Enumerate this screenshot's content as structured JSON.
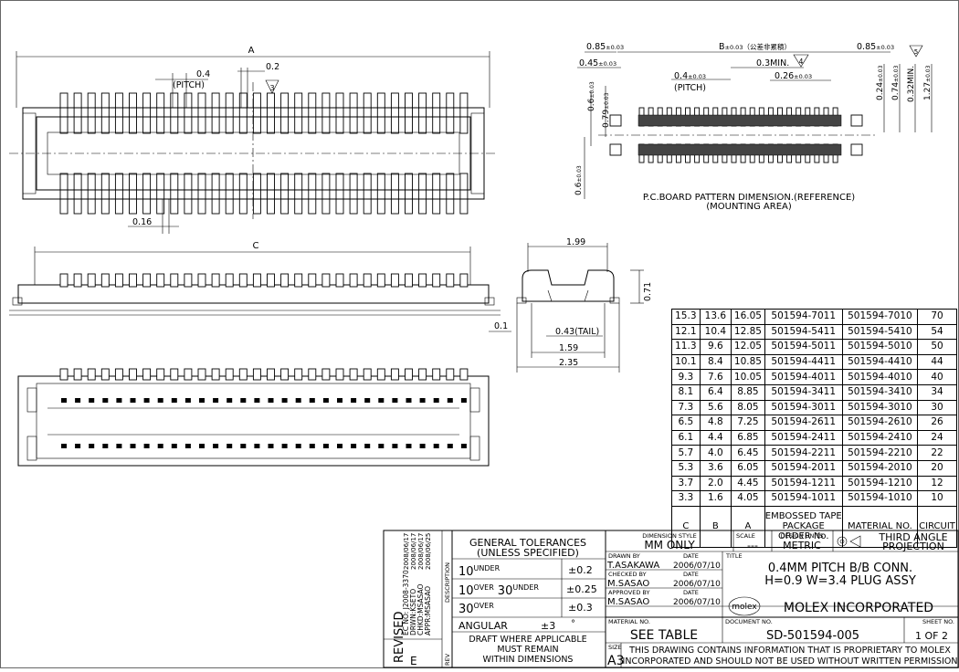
{
  "top_view": {
    "dim_A": "A",
    "pitch_value": "0.4",
    "pitch_label": "(PITCH)",
    "dim_02": "0.2",
    "note_ref": "3",
    "dim_016": "0.16"
  },
  "side_view": {
    "dim_C": "C",
    "dim_01": "0.1"
  },
  "end_view": {
    "dim_199": "1.99",
    "dim_071": "0.71",
    "dim_043": "0.43(TAIL)",
    "dim_159": "1.59",
    "dim_235": "2.35"
  },
  "pcb_pattern": {
    "dim_085_left": "0.85",
    "tol_003": "±0.03",
    "dim_B": "B",
    "b_note": "（公差非累積）",
    "dim_085_right": "0.85",
    "dim_045": "0.45",
    "min03": "0.3MIN.",
    "min03_ref": "4",
    "pitch_value": "0.4",
    "pitch_label": "(PITCH)",
    "dim_026": "0.26",
    "dim_06_v": "0.6",
    "dim_079": "0.79",
    "dim_024": "0.24",
    "dim_074": "0.74",
    "dim_032min": "0.32MIN.",
    "min032_ref": "5",
    "dim_127": "1.27",
    "dim_06_bottom": "0.6",
    "title_line1": "P.C.BOARD PATTERN DIMENSION.(REFERENCE)",
    "title_line2": "(MOUNTING AREA)"
  },
  "parts_table": {
    "rows": [
      [
        "15.3",
        "13.6",
        "16.05",
        "501594-7011",
        "501594-7010",
        "70"
      ],
      [
        "12.1",
        "10.4",
        "12.85",
        "501594-5411",
        "501594-5410",
        "54"
      ],
      [
        "11.3",
        "9.6",
        "12.05",
        "501594-5011",
        "501594-5010",
        "50"
      ],
      [
        "10.1",
        "8.4",
        "10.85",
        "501594-4411",
        "501594-4410",
        "44"
      ],
      [
        "9.3",
        "7.6",
        "10.05",
        "501594-4011",
        "501594-4010",
        "40"
      ],
      [
        "8.1",
        "6.4",
        "8.85",
        "501594-3411",
        "501594-3410",
        "34"
      ],
      [
        "7.3",
        "5.6",
        "8.05",
        "501594-3011",
        "501594-3010",
        "30"
      ],
      [
        "6.5",
        "4.8",
        "7.25",
        "501594-2611",
        "501594-2610",
        "26"
      ],
      [
        "6.1",
        "4.4",
        "6.85",
        "501594-2411",
        "501594-2410",
        "24"
      ],
      [
        "5.7",
        "4.0",
        "6.45",
        "501594-2211",
        "501594-2210",
        "22"
      ],
      [
        "5.3",
        "3.6",
        "6.05",
        "501594-2011",
        "501594-2010",
        "20"
      ],
      [
        "3.7",
        "2.0",
        "4.45",
        "501594-1211",
        "501594-1210",
        "12"
      ],
      [
        "3.3",
        "1.6",
        "4.05",
        "501594-1011",
        "501594-1010",
        "10"
      ]
    ],
    "header": {
      "c": "C",
      "b": "B",
      "a": "A",
      "order_l1": "EMBOSSED TAPE",
      "order_l2": "PACKAGE",
      "order_l3": "ORDER No.",
      "material": "MATERIAL NO.",
      "circuit": "CIRCUIT"
    }
  },
  "title_block": {
    "rev_label": "REVISED",
    "rev_letter": "E",
    "ec_no": "EC NO: J2008-3370",
    "ec_date": "2008/06/17",
    "drwn": "DRWN:KSETO",
    "drwn_date": "2008/06/17",
    "chkd": "CHKD:MSASAO",
    "chkd_date": "2008/06/17",
    "appr": "APPR:MSASAO",
    "appr_date": "2008/06/25",
    "description": "DESCRIPTION",
    "rev": "REV",
    "tol_title1": "GENERAL TOLERANCES",
    "tol_title2": "(UNLESS SPECIFIED)",
    "tol_r1_a": "10",
    "tol_r1_b": "UNDER",
    "tol_r1_v": "±0.2",
    "tol_r2_a": "10",
    "tol_r2_b": "OVER",
    "tol_r2_c": "30",
    "tol_r2_d": "UNDER",
    "tol_r2_v": "±0.25",
    "tol_r3_a": "30",
    "tol_r3_b": "OVER",
    "tol_r3_v": "±0.3",
    "angular": "ANGULAR",
    "angular_v": "±3",
    "angular_u": "°",
    "draft1": "DRAFT WHERE APPLICABLE",
    "draft2": "MUST REMAIN",
    "draft3": "WITHIN DIMENSIONS",
    "dim_style_lbl": "DIMENSION STYLE",
    "dim_style": "MM ONLY",
    "scale_lbl": "SCALE",
    "scale": "---",
    "units_lbl": "DESIGN UNITS",
    "units": "METRIC",
    "projection": "THIRD ANGLE",
    "projection2": "PROJECTION",
    "drawn_lbl": "DRAWN BY",
    "date_lbl": "DATE",
    "drawn_by": "T.ASAKAWA",
    "drawn_date": "2006/07/10",
    "checked_lbl": "CHECKED BY",
    "checked_by": "M.SASAO",
    "checked_date": "2006/07/10",
    "approved_lbl": "APPROVED BY",
    "approved_by": "M.SASAO",
    "approved_date": "2006/07/10",
    "title_lbl": "TITLE",
    "title1": "0.4MM PITCH B/B CONN.",
    "title2": "H=0.9 W=3.4 PLUG ASSY",
    "logo": "molex",
    "company": "MOLEX INCORPORATED",
    "material_lbl": "MATERIAL NO.",
    "material": "SEE TABLE",
    "document_lbl": "DOCUMENT NO.",
    "document": "SD-501594-005",
    "sheet_lbl": "SHEET NO.",
    "sheet": "1 OF 2",
    "size_lbl": "SIZE",
    "size": "A3",
    "notice1": "THIS DRAWING CONTAINS INFORMATION THAT IS PROPRIETARY TO MOLEX",
    "notice2": "INCORPORATED AND SHOULD NOT BE USED WITHOUT WRITTEN PERMISSION"
  }
}
